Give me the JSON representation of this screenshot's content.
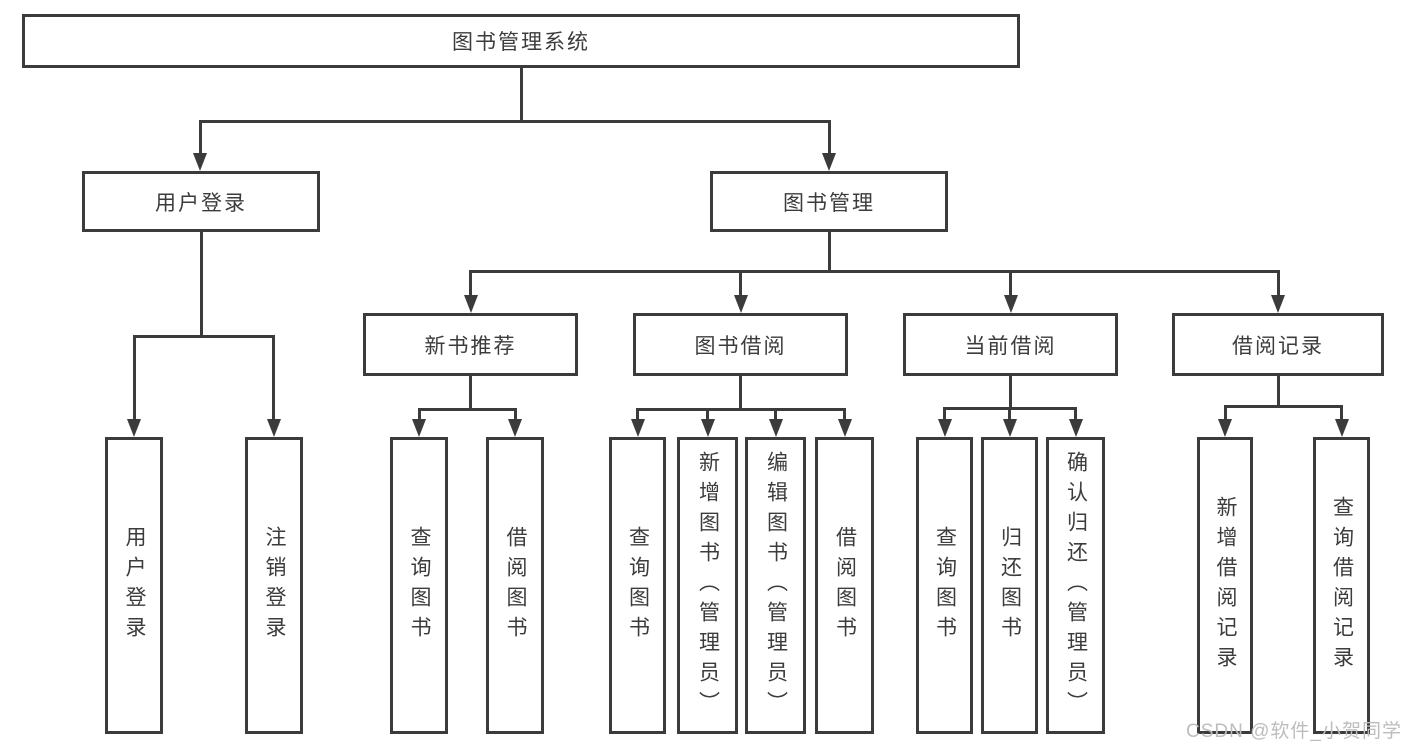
{
  "colors": {
    "line": "#3b3b3b",
    "text": "#3c3c3c",
    "watermark": "#bdbdbd",
    "background": "#ffffff"
  },
  "tree": {
    "root": {
      "label": "图书管理系统"
    },
    "user_login": {
      "label": "用户登录",
      "children": [
        {
          "label": "用户登录"
        },
        {
          "label": "注销登录"
        }
      ]
    },
    "book_management": {
      "label": "图书管理",
      "groups": [
        {
          "label": "新书推荐",
          "children": [
            {
              "label": "查询图书"
            },
            {
              "label": "借阅图书"
            }
          ]
        },
        {
          "label": "图书借阅",
          "children": [
            {
              "label": "查询图书"
            },
            {
              "label": "新增图书（管理员）"
            },
            {
              "label": "编辑图书（管理员）"
            },
            {
              "label": "借阅图书"
            }
          ]
        },
        {
          "label": "当前借阅",
          "children": [
            {
              "label": "查询图书"
            },
            {
              "label": "归还图书"
            },
            {
              "label": "确认归还（管理员）"
            }
          ]
        },
        {
          "label": "借阅记录",
          "children": [
            {
              "label": "新增借阅记录"
            },
            {
              "label": "查询借阅记录"
            }
          ]
        }
      ]
    }
  },
  "watermark": {
    "text": "CSDN @软件_小贺同学"
  }
}
